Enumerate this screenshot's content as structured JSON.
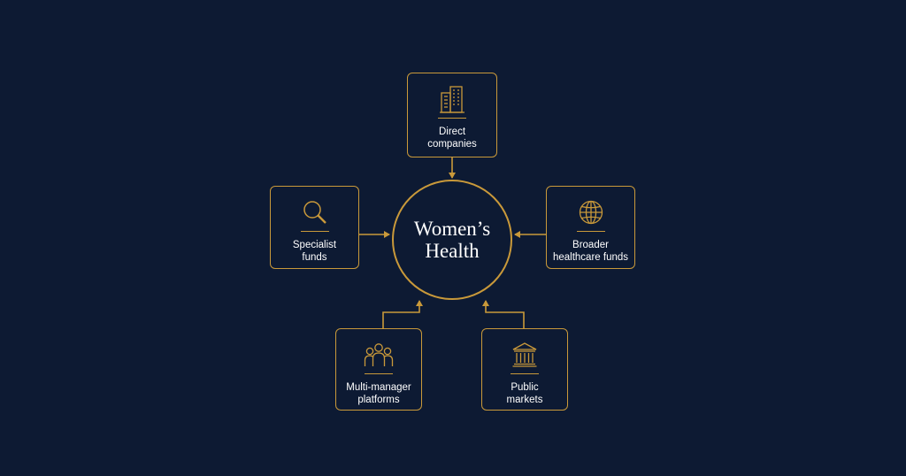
{
  "diagram": {
    "accent_color": "#c9993a",
    "background_color": "#0d1a33",
    "text_color": "#ffffff",
    "center": {
      "title": "Women’s\nHealth"
    },
    "nodes": [
      {
        "id": "direct",
        "label": "Direct\ncompanies",
        "icon": "office-building-icon"
      },
      {
        "id": "specialist",
        "label": "Specialist\nfunds",
        "icon": "magnifying-glass-icon"
      },
      {
        "id": "broader",
        "label": "Broader\nhealthcare funds",
        "icon": "globe-icon"
      },
      {
        "id": "multi",
        "label": "Multi-manager\nplatforms",
        "icon": "people-group-icon"
      },
      {
        "id": "public",
        "label": "Public\nmarkets",
        "icon": "bank-building-icon"
      }
    ]
  }
}
